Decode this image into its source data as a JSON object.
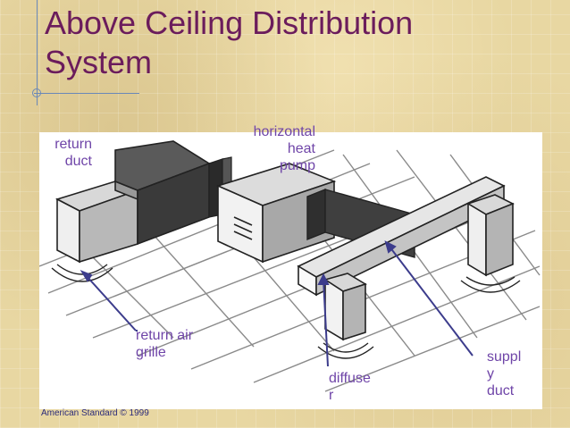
{
  "title_line1": "Above Ceiling Distribution",
  "title_line2": "System",
  "labels": {
    "return_duct_1": "return",
    "return_duct_2": "duct",
    "heat_pump_1": "horizontal",
    "heat_pump_2": "heat",
    "heat_pump_3": "pump",
    "return_grille_1": "return air",
    "return_grille_2": "grille",
    "diffuser_1": "diffuse",
    "diffuser_2": "r",
    "supply_1": "suppl",
    "supply_2": "y",
    "supply_3": "duct"
  },
  "footer": "American Standard © 1999",
  "colors": {
    "title": "#6b1c5c",
    "label": "#6f45a8",
    "leader": "#3c3c8c",
    "background": "#e8d7a2"
  }
}
